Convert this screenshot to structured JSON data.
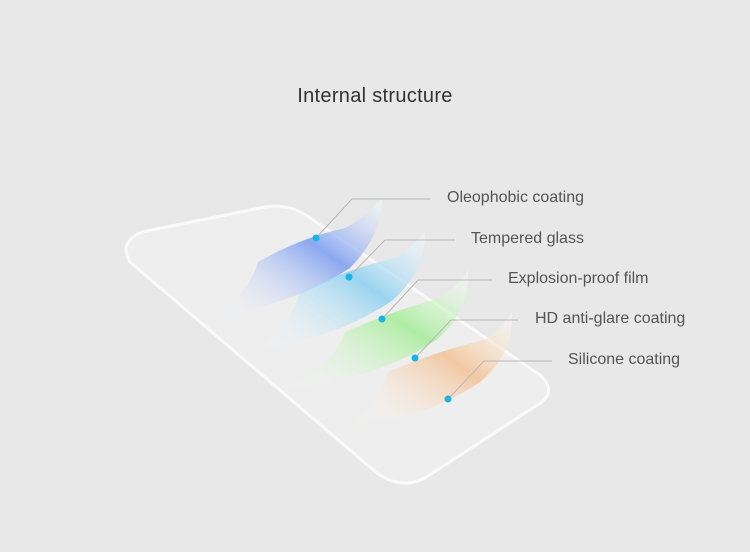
{
  "title": "Internal structure",
  "layers": [
    {
      "name": "Oleophobic coating",
      "color": "#7a9cf0"
    },
    {
      "name": "Tempered glass",
      "color": "#8ccff0"
    },
    {
      "name": "Explosion-proof film",
      "color": "#a5ec98"
    },
    {
      "name": "HD anti-glare coating",
      "color": "#f2c49a"
    },
    {
      "name": "Silicone coating",
      "color": "#ffffff"
    }
  ],
  "dot_color": "#1ab4e4"
}
